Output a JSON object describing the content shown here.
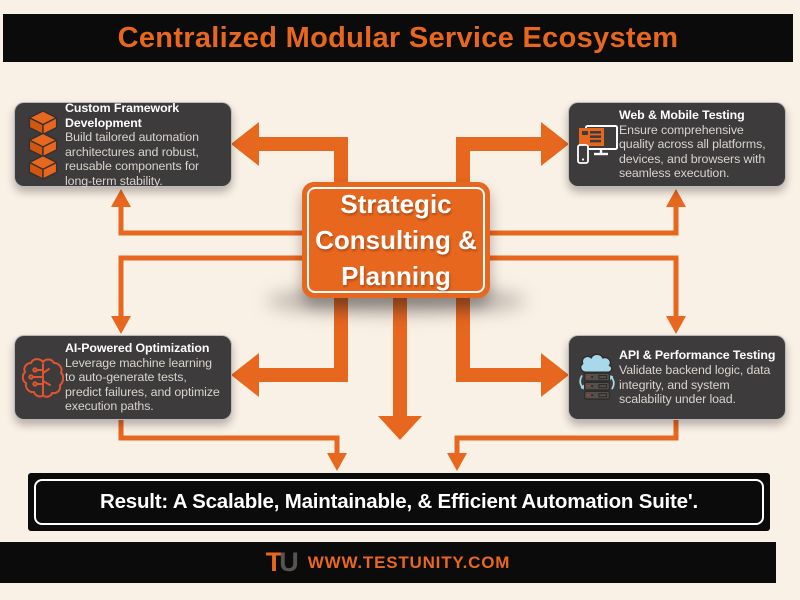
{
  "header": {
    "title": "Centralized Modular Service Ecosystem"
  },
  "hub": {
    "label": "Strategic Consulting & Planning",
    "lines": [
      "Strategic",
      "Consulting &",
      "Planning"
    ]
  },
  "nodes": [
    {
      "id": "custom-framework-development",
      "icon": "stacked-cubes-icon",
      "title": "Custom Framework Development",
      "description": "Build tailored automation architectures and robust, reusable components for long-term stability."
    },
    {
      "id": "web-mobile-testing",
      "icon": "monitor-phone-icon",
      "title": "Web & Mobile Testing",
      "description": "Ensure comprehensive quality across all platforms, devices, and browsers with seamless execution."
    },
    {
      "id": "ai-powered-optimization",
      "icon": "circuit-brain-icon",
      "title": "AI-Powered Optimization",
      "description": "Leverage machine learning to auto-generate tests, predict failures, and optimize execution paths."
    },
    {
      "id": "api-performance-testing",
      "icon": "cloud-server-icon",
      "title": "API & Performance Testing",
      "description": "Validate backend logic, data integrity, and system scalability under load."
    }
  ],
  "result": {
    "text": "Result: A Scalable, Maintainable, & Efficient Automation Suite'."
  },
  "footer": {
    "logo_t": "T",
    "logo_u": "U",
    "url": "WWW.TESTUNITY.COM"
  },
  "colors": {
    "accent_orange": "#E8671E",
    "accent_orange_dark": "#D1560F",
    "background_cream": "#FAF1E6",
    "panel_dark": "#3D3B3B",
    "bar_black": "#0B0B0B",
    "body_text": "#D9D4CE",
    "brain_orange": "#E0552F",
    "cloud_blue": "#A8D8EB"
  }
}
